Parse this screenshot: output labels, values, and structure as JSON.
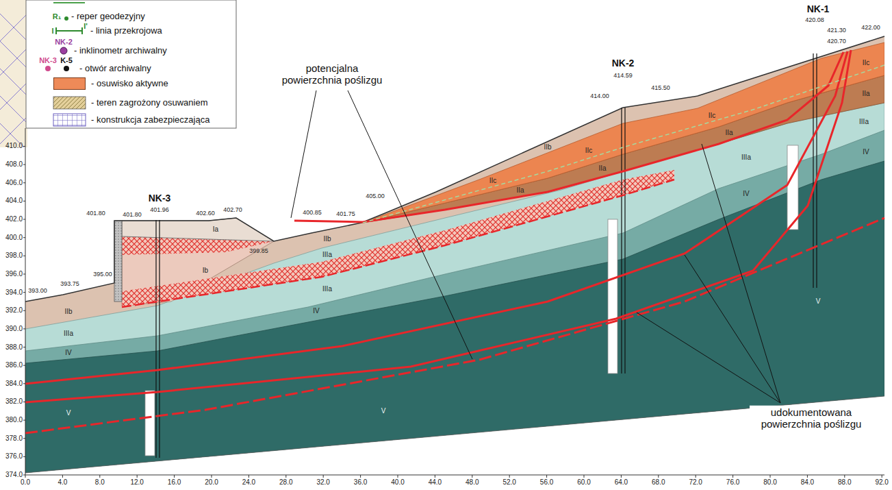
{
  "diagram": {
    "labels": [
      "R₁",
      "I",
      "I'",
      "NK-2",
      "NK-3",
      "K-5",
      "NK-3",
      "401.96",
      "NK-2",
      "414.59",
      "NK-1",
      "420.08",
      "393.00",
      "393.75",
      "395.00",
      "401.80",
      "401.80",
      "402.60",
      "402.70",
      "399.85",
      "400.85",
      "401.75",
      "405.00",
      "414.00",
      "415.50",
      "421.30",
      "420.70",
      "422.00",
      "Ia",
      "Ib",
      "IIb",
      "IIIa",
      "IV",
      "V",
      "IIb",
      "IIIa",
      "IIIa",
      "IV",
      "V",
      "IIb",
      "IIc",
      "IIa",
      "IIc",
      "IIa",
      "IIc",
      "IIa",
      "IIIa",
      "IV",
      "V",
      "IIc",
      "IIa",
      "IIIa",
      "IV",
      "potencjalna powierzchnia poślizgu",
      "udokumentowana powierzchnia poślizgu",
      "0.0",
      "4.0",
      "8.0",
      "12.0",
      "16.0",
      "20.0",
      "24.0",
      "28.0",
      "32.0",
      "36.0",
      "40.0",
      "44.0",
      "48.0",
      "52.0",
      "56.0",
      "60.0",
      "64.0",
      "68.0",
      "72.0",
      "76.0",
      "80.0",
      "84.0",
      "88.0",
      "92.0",
      "374.0",
      "376.0",
      "378.0",
      "380.0",
      "382.0",
      "384.0",
      "386.0",
      "388.0",
      "390.0",
      "392.0",
      "394.0",
      "396.0",
      "398.0",
      "400.0",
      "402.0",
      "404.0",
      "406.0",
      "408.0",
      "410.0"
    ],
    "legend": [
      {
        "text": "- reper geodezyjny"
      },
      {
        "text": "- linia przekrojowa"
      },
      {
        "text": "- inklinometr archiwalny"
      },
      {
        "text": "- otwór archiwalny"
      },
      {
        "text": "- osuwisko aktywne",
        "color": "#ee8a58"
      },
      {
        "text": "- teren zagrożony osuwaniem"
      },
      {
        "text": "- konstrukcja zabezpieczająca"
      }
    ]
  }
}
